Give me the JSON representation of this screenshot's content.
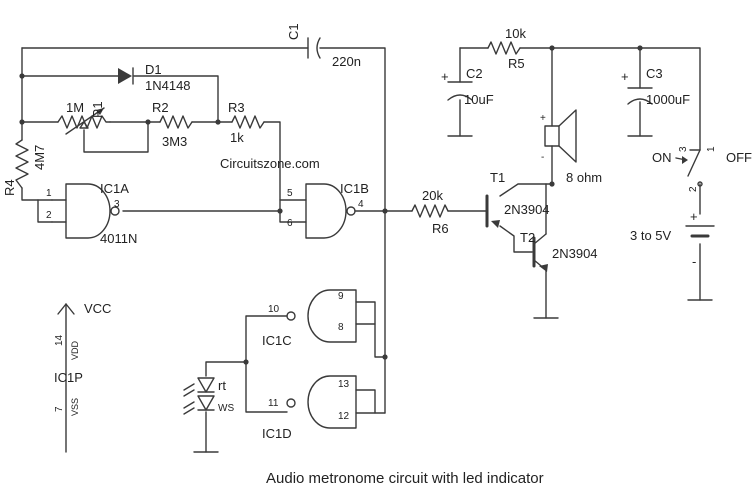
{
  "caption": "Audio metronome circuit with led indicator",
  "watermark": "Circuitszone.com",
  "components": {
    "c1": {
      "ref": "C1",
      "value": "220n"
    },
    "d1": {
      "ref": "D1",
      "value": "1N4148"
    },
    "r1": {
      "ref": "R1",
      "value": "1M"
    },
    "r2": {
      "ref": "R2",
      "value": "3M3"
    },
    "r3": {
      "ref": "R3",
      "value": "1k"
    },
    "r4": {
      "ref": "R4",
      "value": "4M7"
    },
    "r5": {
      "ref": "R5",
      "value": "10k"
    },
    "r6": {
      "ref": "R6",
      "value": "20k"
    },
    "c2": {
      "ref": "C2",
      "value": "10uF",
      "plus": "+"
    },
    "c3": {
      "ref": "C3",
      "value": "1000uF",
      "plus": "+"
    },
    "speaker": {
      "value": "8 ohm",
      "plus": "+",
      "minus": "-"
    },
    "t1": {
      "ref": "T1",
      "value": "2N3904"
    },
    "t2": {
      "ref": "T2",
      "value": "2N3904"
    },
    "battery": {
      "value": "3 to 5V",
      "plus": "+",
      "minus": "-"
    },
    "switch": {
      "on": "ON",
      "off": "OFF",
      "pin1": "1",
      "pin2": "2",
      "pin3": "3"
    },
    "led_rt": {
      "ref": "rt"
    },
    "led_ws": {
      "ref": "WS"
    }
  },
  "gates": {
    "ic1a": {
      "ref": "IC1A",
      "part": "4011N",
      "pin_a": "1",
      "pin_b": "2",
      "pin_out": "3"
    },
    "ic1b": {
      "ref": "IC1B",
      "pin_a": "5",
      "pin_b": "6",
      "pin_out": "4"
    },
    "ic1c": {
      "ref": "IC1C",
      "pin_a": "9",
      "pin_b": "8",
      "pin_out": "10"
    },
    "ic1d": {
      "ref": "IC1D",
      "pin_a": "13",
      "pin_b": "12",
      "pin_out": "11"
    }
  },
  "power": {
    "vcc": "VCC",
    "ref": "IC1P",
    "vdd_pin": "14",
    "vdd": "VDD",
    "vss_pin": "7",
    "vss": "VSS"
  }
}
